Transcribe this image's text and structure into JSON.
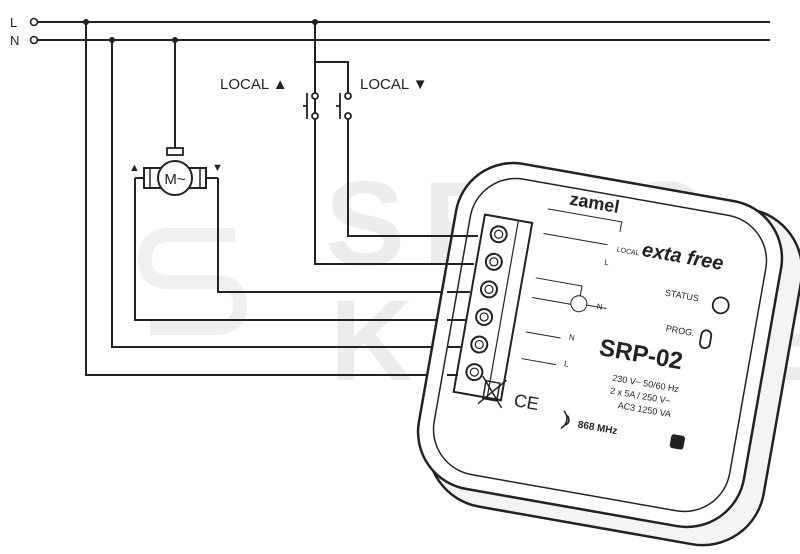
{
  "lines": {
    "live": "L",
    "neutral": "N"
  },
  "buttons": {
    "local_up": "LOCAL ▲",
    "local_down": "LOCAL ▼"
  },
  "motor": {
    "symbol": "M~",
    "up_arrow": "▲",
    "down_arrow": "▼"
  },
  "device": {
    "brand": "zamel",
    "series": "exta free",
    "model": "SRP-02",
    "status_label": "STATUS",
    "prog_label": "PROG.",
    "local_label": "LOCAL",
    "terminal_labels": [
      "N",
      "L",
      "N",
      "L"
    ],
    "specs": [
      "230 V~ 50/60 Hz",
      "2 x 5A / 250 V~",
      "AC3 1250 VA"
    ],
    "frequency": "868 MHz",
    "ce_mark": "CE"
  },
  "watermark": {
    "line1": "SPEC",
    "line2": "KABLE"
  }
}
